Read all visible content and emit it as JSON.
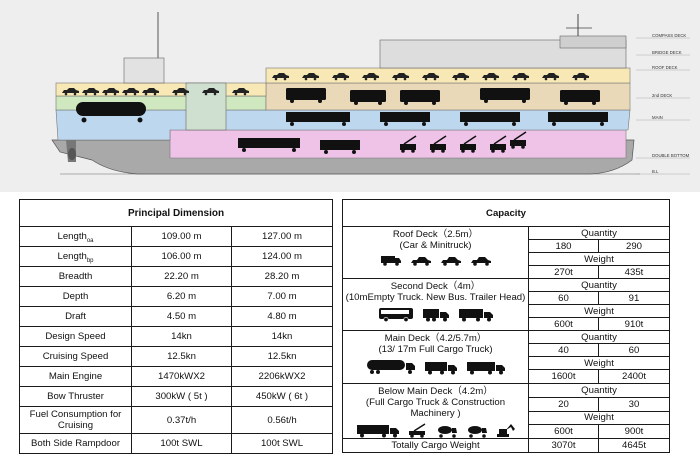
{
  "ship": {
    "deck_labels": [
      "COMPASS DECK",
      "BRIDGE DECK",
      "ROOF DECK",
      "2nd DECK",
      "MAIN",
      "DOUBLE BOTTOM",
      "B.L"
    ]
  },
  "principal": {
    "title": "Principal Dimension",
    "rows": [
      {
        "label": "Length",
        "sub": "oa",
        "v1": "109.00 m",
        "v2": "127.00 m"
      },
      {
        "label": "Length",
        "sub": "bp",
        "v1": "106.00 m",
        "v2": "124.00 m"
      },
      {
        "label": "Breadth",
        "sub": "",
        "v1": "22.20 m",
        "v2": "28.20 m"
      },
      {
        "label": "Depth",
        "sub": "",
        "v1": "6.20 m",
        "v2": "7.00 m"
      },
      {
        "label": "Draft",
        "sub": "",
        "v1": "4.50 m",
        "v2": "4.80 m"
      },
      {
        "label": "Design Speed",
        "sub": "",
        "v1": "14kn",
        "v2": "14kn"
      },
      {
        "label": "Cruising Speed",
        "sub": "",
        "v1": "12.5kn",
        "v2": "12.5kn"
      },
      {
        "label": "Main Engine",
        "sub": "",
        "v1": "1470kWX2",
        "v2": "2206kWX2"
      },
      {
        "label": "Bow Thruster",
        "sub": "",
        "v1": "300kW ( 5t )",
        "v2": "450kW ( 6t )"
      },
      {
        "label": "Fuel Consumption for Cruising",
        "sub": "",
        "v1": "0.37t/h",
        "v2": "0.56t/h"
      },
      {
        "label": "Both Side Rampdoor",
        "sub": "",
        "v1": "100t SWL",
        "v2": "100t SWL"
      }
    ]
  },
  "capacity": {
    "title": "Capacity",
    "quantity_label": "Quantity",
    "weight_label": "Weight",
    "decks": [
      {
        "name": "Roof Deck（2.5m）",
        "desc": "(Car & Minitruck)",
        "q1": "180",
        "q2": "290",
        "w1": "270t",
        "w2": "435t"
      },
      {
        "name": "Second Deck（4m）",
        "desc": "(10mEmpty Truck. New Bus. Trailer Head)",
        "q1": "60",
        "q2": "91",
        "w1": "600t",
        "w2": "910t"
      },
      {
        "name": "Main Deck（4.2/5.7m）",
        "desc": "(13/ 17m Full Cargo Truck)",
        "q1": "40",
        "q2": "60",
        "w1": "1600t",
        "w2": "2400t"
      },
      {
        "name": "Below Main Deck（4.2m）",
        "desc": "(Full Cargo Truck & Construction Machinery )",
        "q1": "20",
        "q2": "30",
        "w1": "600t",
        "w2": "900t"
      }
    ],
    "total_label": "Totally Cargo Weight",
    "total_1": "3070t",
    "total_2": "4645t"
  },
  "colors": {
    "roof_deck": "#f7e8b5",
    "second_deck_fwd": "#ead9b8",
    "second_deck_aft": "#cfe8c0",
    "main_deck": "#bcd7ee",
    "below_main": "#efc2e8",
    "hull": "#a9a9a9"
  }
}
